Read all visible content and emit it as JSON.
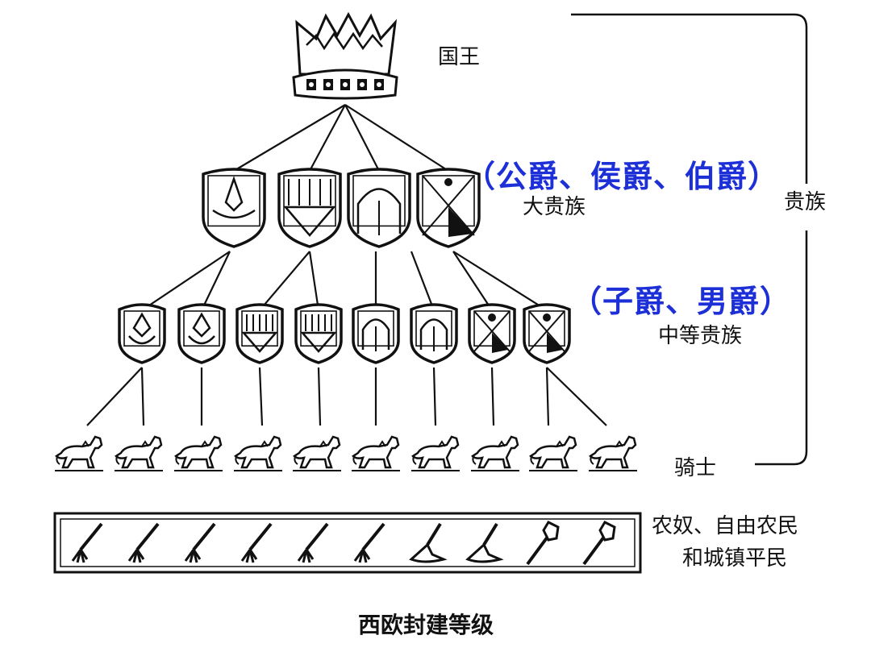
{
  "diagram": {
    "caption": "西欧封建等级",
    "levels": {
      "king": "国王",
      "great_nobles": "大贵族",
      "great_nobles_titles": "（公爵、侯爵、伯爵）",
      "middle_nobles": "中等贵族",
      "middle_nobles_titles": "（子爵、男爵）",
      "knights": "骑士",
      "nobility_group": "贵族",
      "commoners_line1": "农奴、自由农民",
      "commoners_line2": "和城镇平民"
    }
  }
}
